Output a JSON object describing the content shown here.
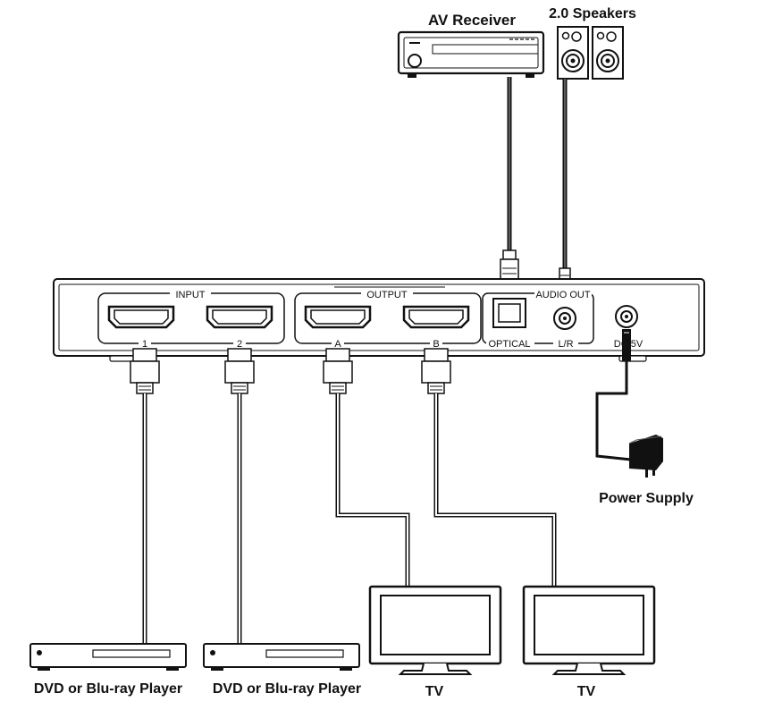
{
  "devices": {
    "av_receiver": "AV Receiver",
    "speakers": "2.0 Speakers",
    "power_supply": "Power Supply",
    "source_1": "DVD or Blu-ray Player",
    "source_2": "DVD or Blu-ray Player",
    "display_a": "TV",
    "display_b": "TV"
  },
  "panel": {
    "input_group": "INPUT",
    "output_group": "OUTPUT",
    "audio_group": "AUDIO OUT",
    "port_in_1": "1",
    "port_in_2": "2",
    "port_out_a": "A",
    "port_out_b": "B",
    "optical": "OPTICAL",
    "analog": "L/R",
    "dc": "DC 5V"
  }
}
